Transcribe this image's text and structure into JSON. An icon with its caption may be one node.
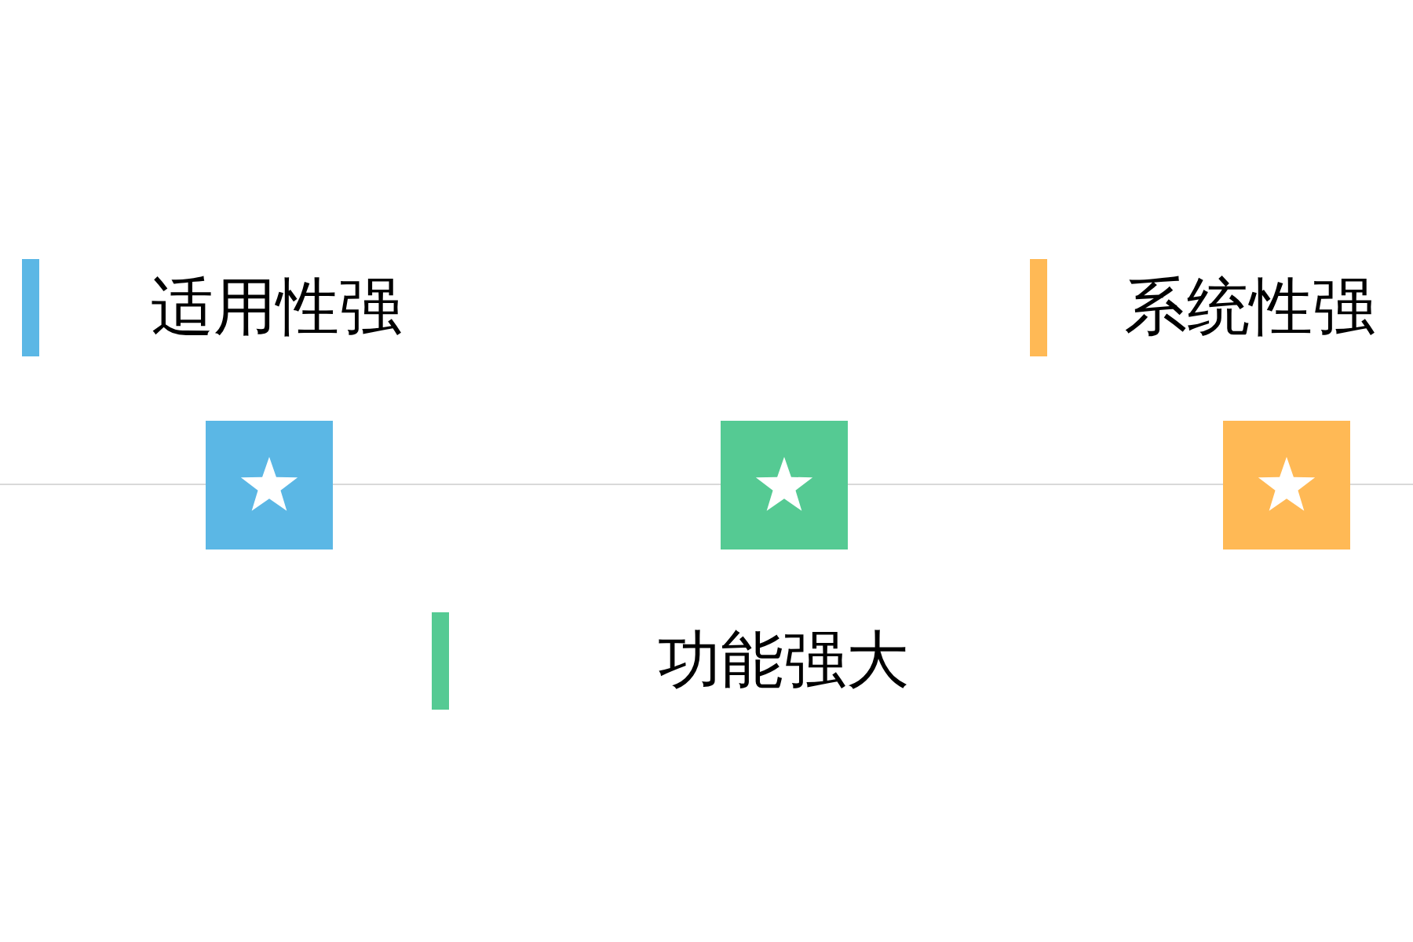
{
  "diagram": {
    "labels": [
      "适用性强",
      "系统性强",
      "功能强大"
    ]
  }
}
